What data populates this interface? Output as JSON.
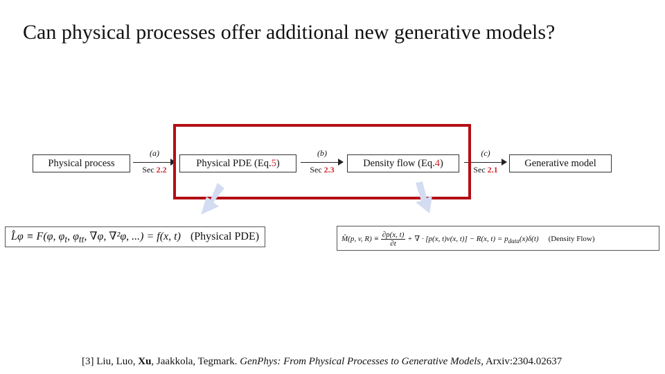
{
  "title": "Can physical processes offer additional new generative models?",
  "flow": {
    "boxes": [
      {
        "label": "Physical process"
      },
      {
        "label_prefix": "Physical PDE (Eq.",
        "eq_num": "5",
        "label_suffix": ")"
      },
      {
        "label_prefix": "Density flow (Eq.",
        "eq_num": "4",
        "label_suffix": ")"
      },
      {
        "label": "Generative model"
      }
    ],
    "arrows": [
      {
        "top": "(a)",
        "sec_prefix": "Sec ",
        "sec_num": "2.2"
      },
      {
        "top": "(b)",
        "sec_prefix": "Sec ",
        "sec_num": "2.3"
      },
      {
        "top": "(c)",
        "sec_prefix": "Sec ",
        "sec_num": "2.1"
      }
    ]
  },
  "formulas": {
    "physical_pde": {
      "lhs": "L̂φ ≡ F(φ, φ",
      "t": "t",
      "sep1": ", φ",
      "tt": "tt",
      "rest": ", ∇φ, ∇²φ, ...) = f(x, t)",
      "tag": "(Physical PDE)"
    },
    "density_flow": {
      "lhs": "M̂(p, v, R) ≡",
      "frac_num": "∂p(x, t)",
      "frac_den": "∂t",
      "rhs1": "+ ∇ · [p(x, t)v(x, t)] − R(x, t) = p",
      "sub": "data",
      "rhs2": "(x)δ(t)",
      "tag": "(Density Flow)"
    }
  },
  "citation": {
    "ref": "[3] Liu, Luo, ",
    "bold_author": "Xu",
    "rest_authors": ", Jaakkola, Tegmark. ",
    "title": "GenPhys: From Physical Processes to Generative Models,",
    "arxiv": " Arxiv:2304.02637"
  },
  "colors": {
    "highlight": "#b30f15",
    "eq_ref": "#d4242a",
    "down_arrow": "#d3dcf0"
  }
}
